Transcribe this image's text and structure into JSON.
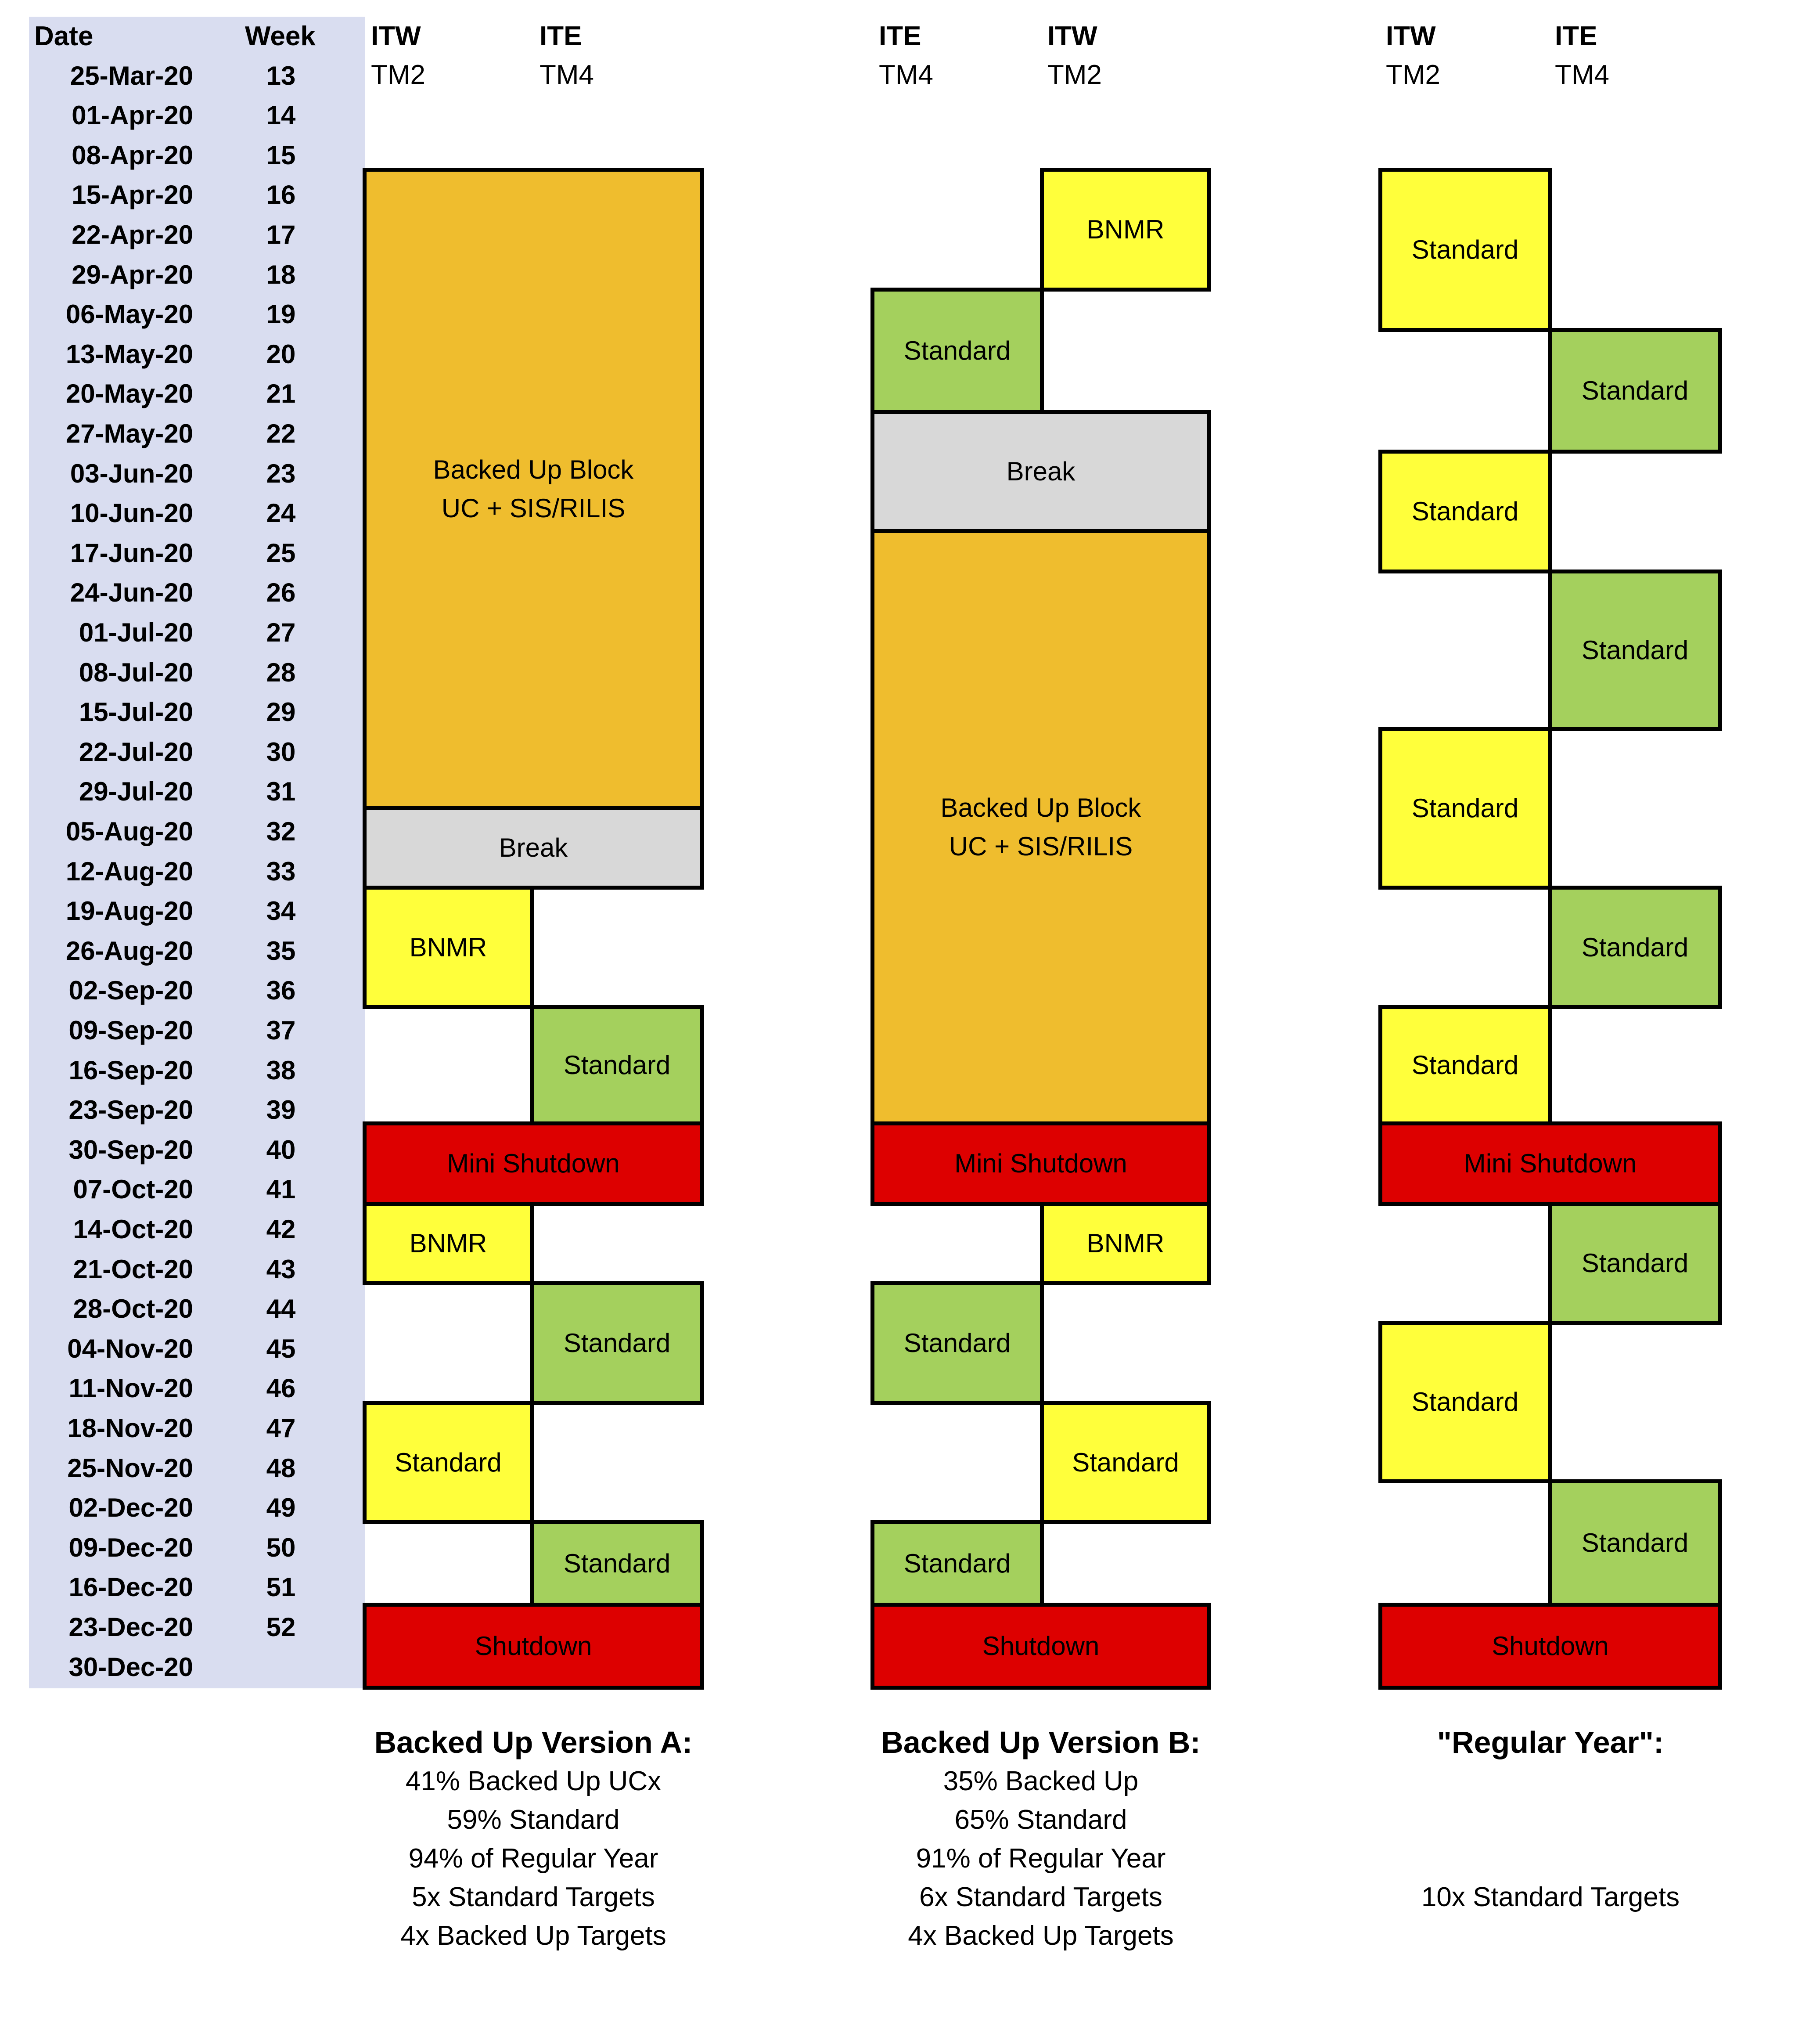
{
  "headers": {
    "date": "Date",
    "week": "Week"
  },
  "rows": [
    {
      "date": "25-Mar-20",
      "week": "13"
    },
    {
      "date": "01-Apr-20",
      "week": "14"
    },
    {
      "date": "08-Apr-20",
      "week": "15"
    },
    {
      "date": "15-Apr-20",
      "week": "16"
    },
    {
      "date": "22-Apr-20",
      "week": "17"
    },
    {
      "date": "29-Apr-20",
      "week": "18"
    },
    {
      "date": "06-May-20",
      "week": "19"
    },
    {
      "date": "13-May-20",
      "week": "20"
    },
    {
      "date": "20-May-20",
      "week": "21"
    },
    {
      "date": "27-May-20",
      "week": "22"
    },
    {
      "date": "03-Jun-20",
      "week": "23"
    },
    {
      "date": "10-Jun-20",
      "week": "24"
    },
    {
      "date": "17-Jun-20",
      "week": "25"
    },
    {
      "date": "24-Jun-20",
      "week": "26"
    },
    {
      "date": "01-Jul-20",
      "week": "27"
    },
    {
      "date": "08-Jul-20",
      "week": "28"
    },
    {
      "date": "15-Jul-20",
      "week": "29"
    },
    {
      "date": "22-Jul-20",
      "week": "30"
    },
    {
      "date": "29-Jul-20",
      "week": "31"
    },
    {
      "date": "05-Aug-20",
      "week": "32"
    },
    {
      "date": "12-Aug-20",
      "week": "33"
    },
    {
      "date": "19-Aug-20",
      "week": "34"
    },
    {
      "date": "26-Aug-20",
      "week": "35"
    },
    {
      "date": "02-Sep-20",
      "week": "36"
    },
    {
      "date": "09-Sep-20",
      "week": "37"
    },
    {
      "date": "16-Sep-20",
      "week": "38"
    },
    {
      "date": "23-Sep-20",
      "week": "39"
    },
    {
      "date": "30-Sep-20",
      "week": "40"
    },
    {
      "date": "07-Oct-20",
      "week": "41"
    },
    {
      "date": "14-Oct-20",
      "week": "42"
    },
    {
      "date": "21-Oct-20",
      "week": "43"
    },
    {
      "date": "28-Oct-20",
      "week": "44"
    },
    {
      "date": "04-Nov-20",
      "week": "45"
    },
    {
      "date": "11-Nov-20",
      "week": "46"
    },
    {
      "date": "18-Nov-20",
      "week": "47"
    },
    {
      "date": "25-Nov-20",
      "week": "48"
    },
    {
      "date": "02-Dec-20",
      "week": "49"
    },
    {
      "date": "09-Dec-20",
      "week": "50"
    },
    {
      "date": "16-Dec-20",
      "week": "51"
    },
    {
      "date": "23-Dec-20",
      "week": "52"
    },
    {
      "date": "30-Dec-20",
      "week": ""
    }
  ],
  "palette": {
    "Standard-yellow": "#ffff3b",
    "Standard-green": "#a4d05d",
    "Backed-up": "#efbd2e",
    "Break": "#d8d8d8",
    "Shutdown": "#dd0000",
    "Date-column": "#d9ddf0"
  },
  "schedules": {
    "a": {
      "col1": {
        "station": "ITW",
        "mode": "TM2"
      },
      "col2": {
        "station": "ITE",
        "mode": "TM4"
      },
      "blocks": {
        "backed": "Backed Up Block\nUC + SIS/RILIS",
        "break": "Break",
        "bnmr1": "BNMR",
        "std1": "Standard",
        "mini": "Mini Shutdown",
        "bnmr2": "BNMR",
        "std2": "Standard",
        "std3": "Standard",
        "std4": "Standard",
        "shutdown": "Shutdown"
      },
      "summary": {
        "title": "Backed Up Version A:",
        "lines": [
          "41% Backed Up UCx",
          "59% Standard",
          "94% of Regular Year",
          "5x Standard Targets",
          "4x Backed Up Targets"
        ]
      }
    },
    "b": {
      "col1": {
        "station": "ITE",
        "mode": "TM4"
      },
      "col2": {
        "station": "ITW",
        "mode": "TM2"
      },
      "blocks": {
        "bnmr1": "BNMR",
        "std1": "Standard",
        "break": "Break",
        "backed": "Backed Up Block\nUC + SIS/RILIS",
        "mini": "Mini Shutdown",
        "bnmr2": "BNMR",
        "std2": "Standard",
        "std3": "Standard",
        "std4": "Standard",
        "shutdown": "Shutdown"
      },
      "summary": {
        "title": "Backed Up Version B:",
        "lines": [
          "35% Backed Up",
          "65% Standard",
          "91% of Regular Year",
          "6x Standard Targets",
          "4x Backed Up Targets"
        ]
      }
    },
    "regular": {
      "col1": {
        "station": "ITW",
        "mode": "TM2"
      },
      "col2": {
        "station": "ITE",
        "mode": "TM4"
      },
      "blocks": {
        "std1": "Standard",
        "std2": "Standard",
        "std3": "Standard",
        "std4": "Standard",
        "std5": "Standard",
        "std6": "Standard",
        "std7": "Standard",
        "mini": "Mini Shutdown",
        "std8": "Standard",
        "std9": "Standard",
        "std10": "Standard",
        "shutdown": "Shutdown"
      },
      "summary": {
        "title": "\"Regular Year\":",
        "lines": [
          "",
          "",
          "",
          "10x Standard Targets",
          ""
        ]
      }
    }
  }
}
